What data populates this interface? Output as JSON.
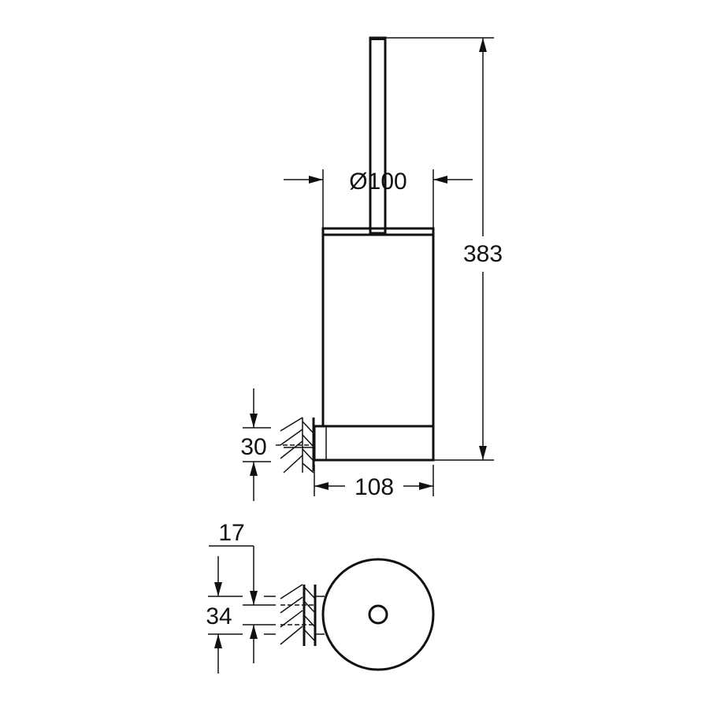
{
  "drawing": {
    "title": "Toilet brush set technical drawing",
    "views": [
      "front-elevation",
      "top-view"
    ],
    "line_color": "#111111",
    "background": "#ffffff"
  },
  "dimensions": {
    "diameter": "Ø100",
    "total_height": "383",
    "base_height": "30",
    "depth": "108",
    "wall_offset": "17",
    "bracket_spacing": "34"
  }
}
